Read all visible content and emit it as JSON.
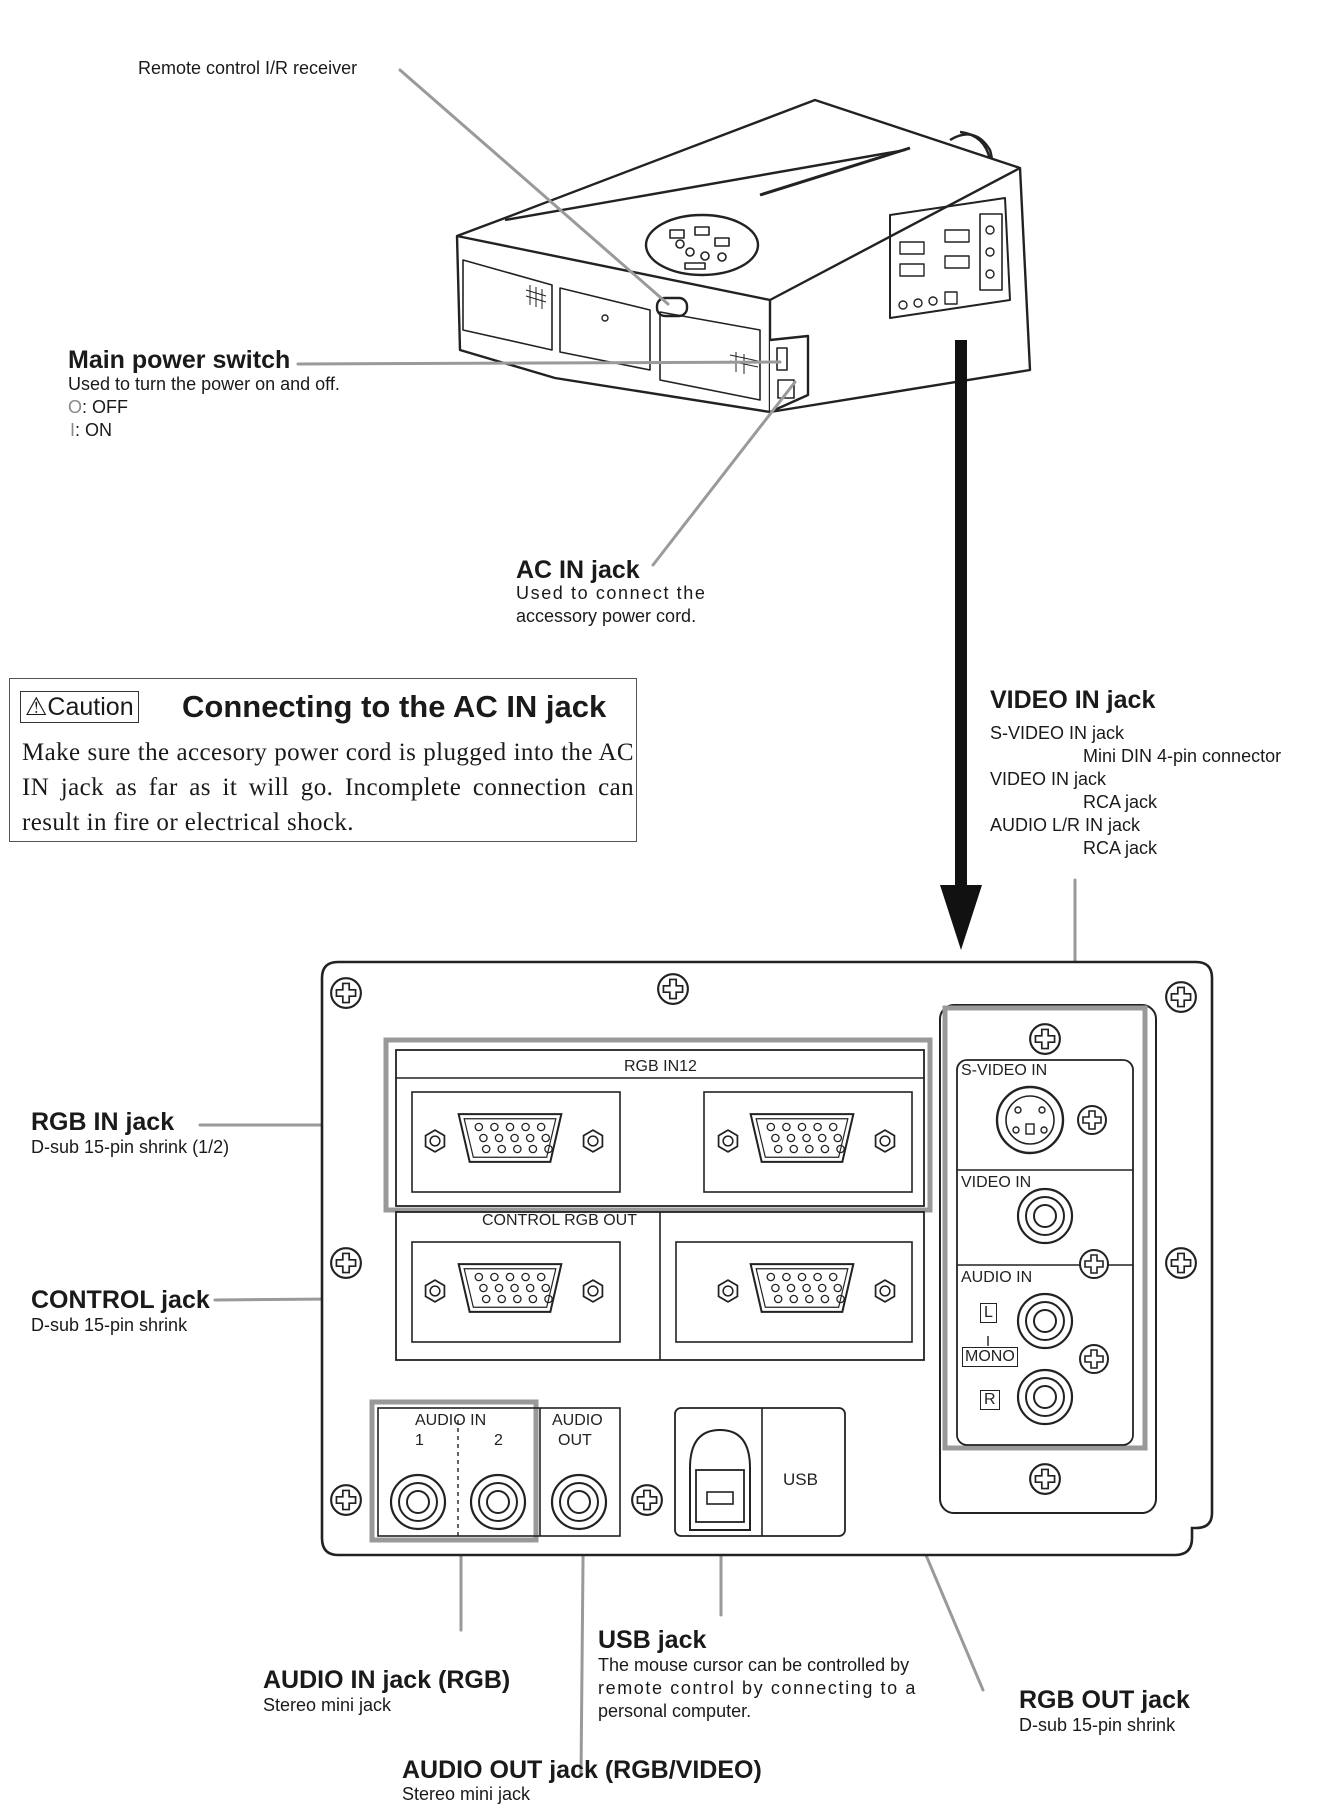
{
  "labels": {
    "remote_receiver": "Remote control I/R receiver",
    "main_power": {
      "title": "Main power switch",
      "desc": "Used to turn the power on and off.",
      "off_symbol": "O",
      "off_text": ": OFF",
      "on_symbol": "I",
      "on_text": ": ON"
    },
    "ac_in": {
      "title": "AC IN jack",
      "desc_line1": "Used to connect the",
      "desc_line2": "accessory power cord."
    },
    "video_in": {
      "title": "VIDEO IN jack",
      "lines": [
        "S-VIDEO IN jack",
        "Mini DIN 4-pin connector",
        "VIDEO IN jack",
        "RCA jack",
        "AUDIO L/R IN jack",
        "RCA jack"
      ]
    },
    "rgb_in": {
      "title": "RGB IN jack",
      "desc": "D-sub 15-pin shrink (1/2)"
    },
    "control": {
      "title": "CONTROL jack",
      "desc": "D-sub 15-pin shrink"
    },
    "audio_in_rgb": {
      "title": "AUDIO IN jack (RGB)",
      "desc": "Stereo mini jack"
    },
    "usb": {
      "title": "USB jack",
      "desc_line1": "The mouse cursor can be controlled by",
      "desc_line2": "remote control by connecting to a",
      "desc_line3": "personal computer."
    },
    "rgb_out": {
      "title": "RGB OUT jack",
      "desc": "D-sub 15-pin shrink"
    },
    "audio_out": {
      "title": "AUDIO OUT jack (RGB/VIDEO)",
      "desc": "Stereo mini jack"
    }
  },
  "caution": {
    "tag": "Caution",
    "title": "Connecting to the AC IN jack",
    "body": "Make sure the accesory power cord is plugged into the AC IN jack as far as it will go. Incomplete connection can result in fire or electrical shock."
  },
  "panel": {
    "rgb_in_header": "RGB  IN12",
    "control_rgb_out_header": "CONTROL RGB  OUT",
    "s_video_in": "S-VIDEO  IN",
    "video_in": "VIDEO  IN",
    "audio_in_right": "AUDIO  IN",
    "l": "L",
    "mono": "MONO",
    "r": "R",
    "audio_in_bottom": "AUDIO   IN",
    "audio_in_1": "1",
    "audio_in_2": "2",
    "audio_out_line1": "AUDIO",
    "audio_out_line2": "OUT",
    "usb": "USB"
  },
  "colors": {
    "callout_line": "#9a9a9a",
    "arrow": "#111111",
    "panel_stroke": "#222222",
    "highlight": "#999999"
  }
}
